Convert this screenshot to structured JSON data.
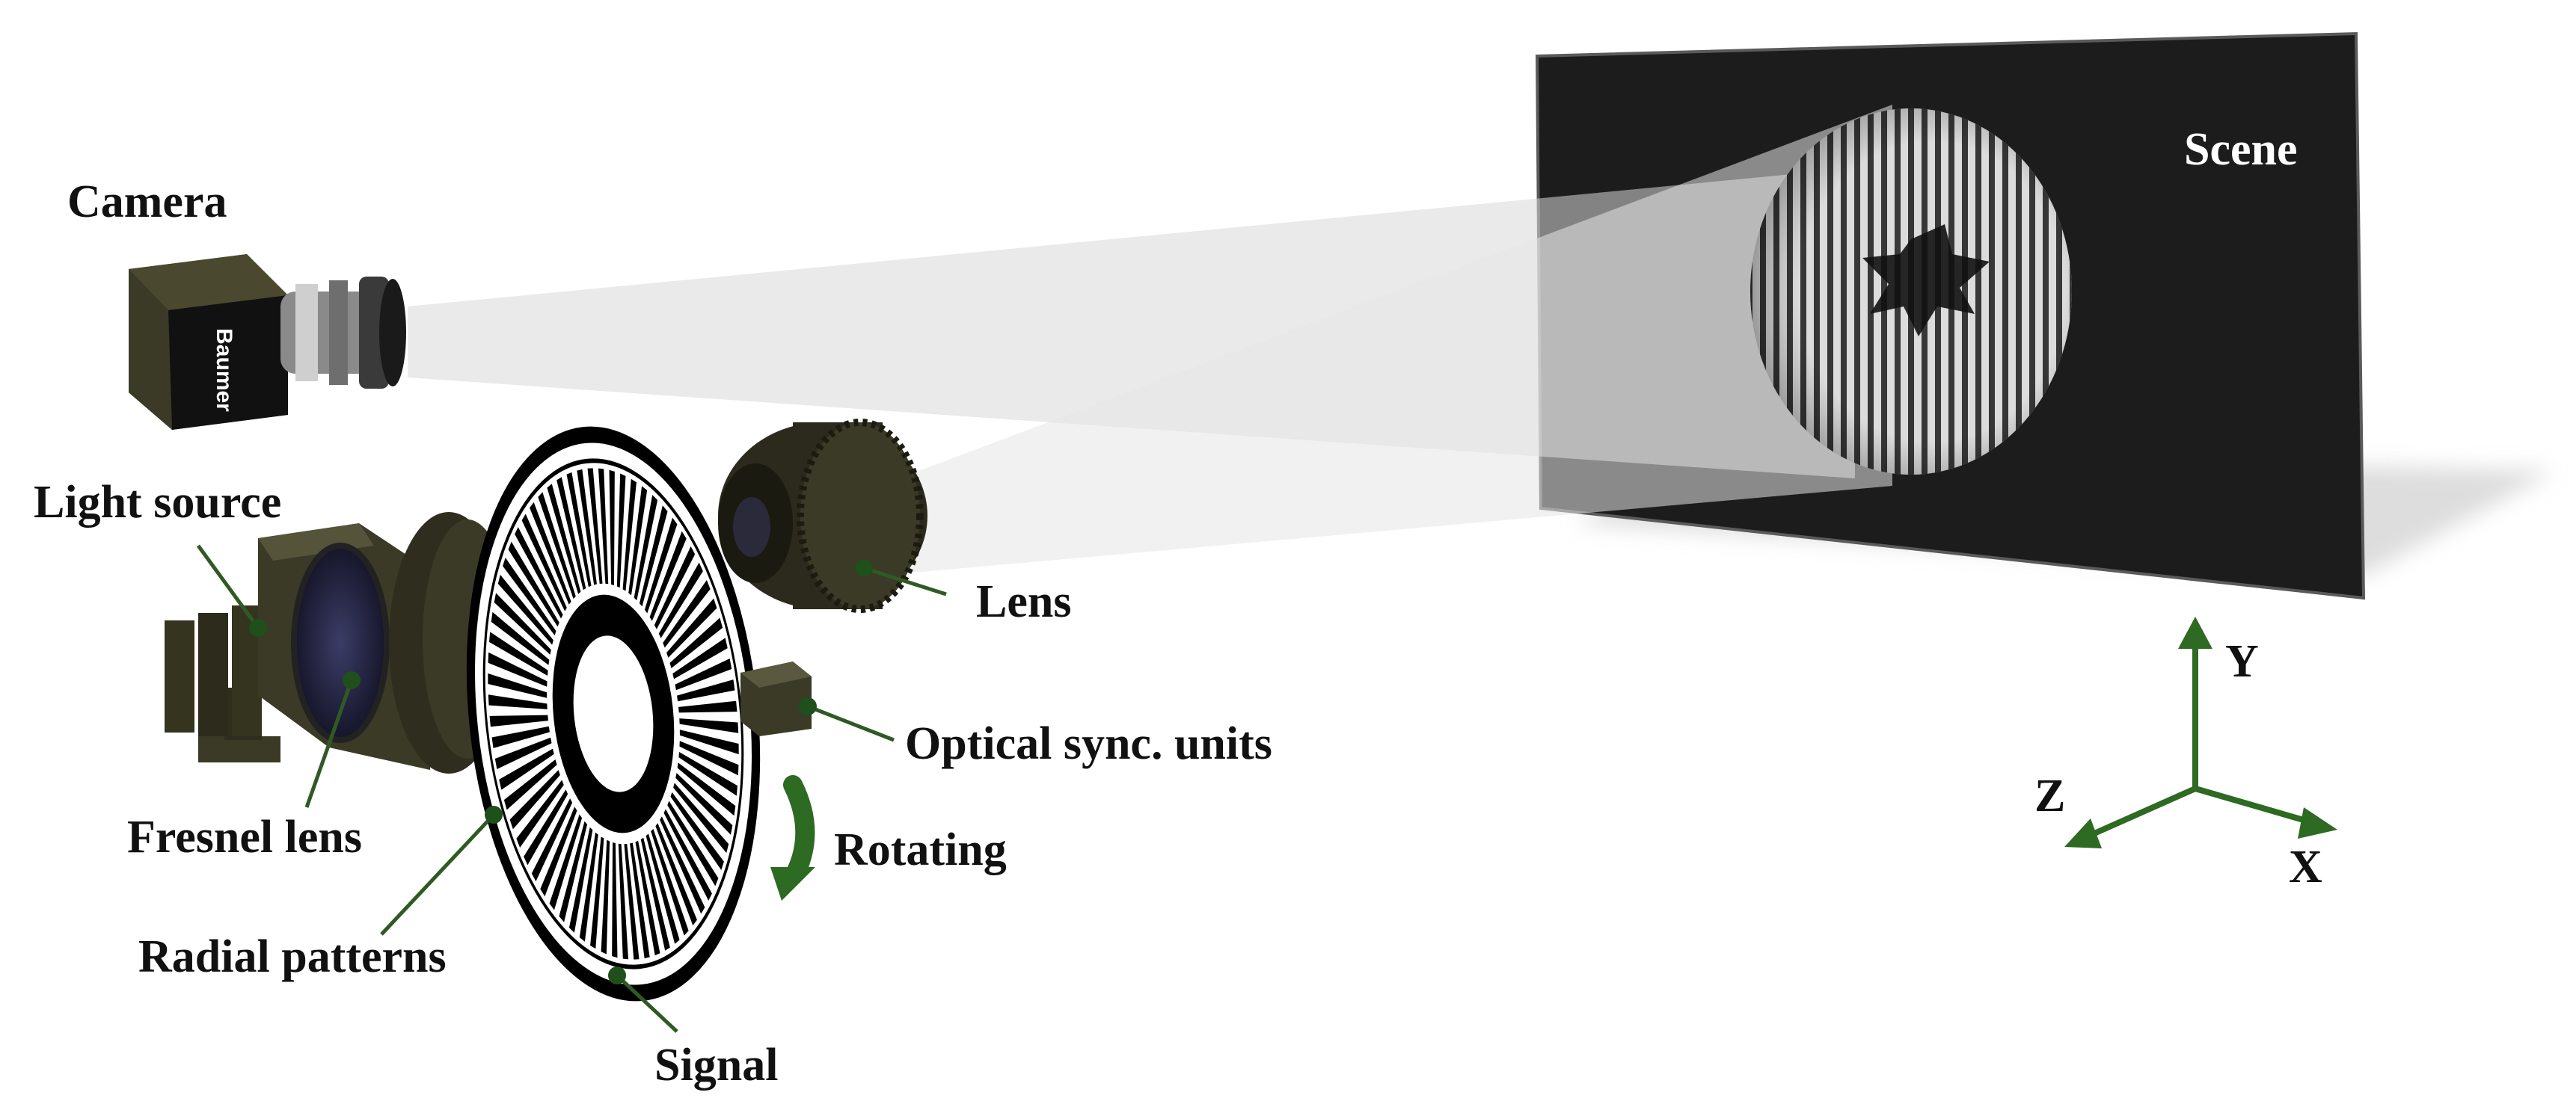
{
  "labels": {
    "camera": "Camera",
    "light_source": "Light source",
    "fresnel_lens": "Fresnel lens",
    "radial_patterns": "Radial patterns",
    "signal": "Signal",
    "lens": "Lens",
    "optical_sync_units": "Optical sync. units",
    "rotating": "Rotating",
    "scene": "Scene"
  },
  "camera_brand": "Baumer",
  "axes": {
    "x": "X",
    "y": "Y",
    "z": "Z"
  },
  "colors": {
    "leader_line": "#2f5a24",
    "leader_dot": "#1f4f1a",
    "axis_arrow": "#2e6a22",
    "rotation_arrow": "#2d6a22",
    "scene_board": "#1c1c1c",
    "device_body": "#3b3a26"
  }
}
